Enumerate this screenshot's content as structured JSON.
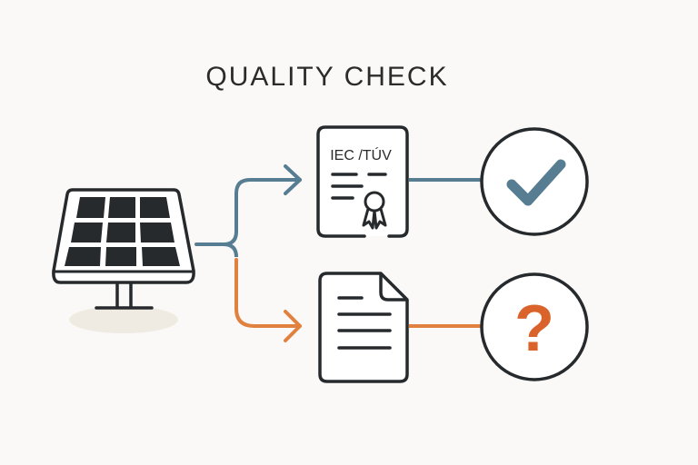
{
  "title": "QUALITY CHECK",
  "certificate": {
    "label": "IEC /TÚV"
  },
  "outcomes": {
    "certified": "check-mark",
    "uncertified": "?"
  },
  "colors": {
    "certified_path": "#567d92",
    "uncertified_path": "#e0813f",
    "question": "#d9632b",
    "ink": "#262a2d",
    "background": "#faf9f7"
  }
}
